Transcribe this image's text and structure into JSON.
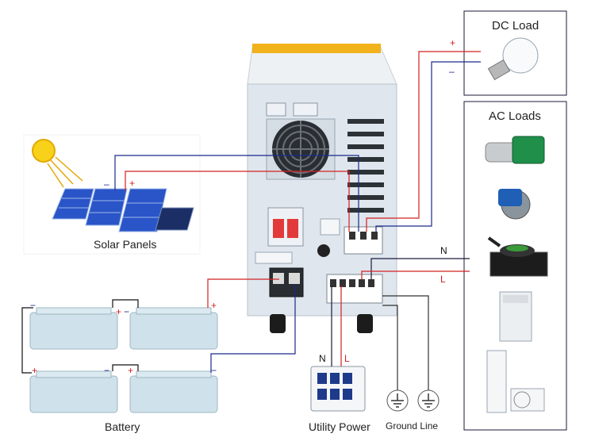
{
  "labels": {
    "dc_load": "DC Load",
    "ac_loads": "AC Loads",
    "solar_panels": "Solar Panels",
    "battery": "Battery",
    "utility_power": "Utility Power",
    "ground_line": "Ground Line"
  },
  "terminals": {
    "plus": "+",
    "minus": "−",
    "dash": "–",
    "neutral": "N",
    "live": "L"
  },
  "colors": {
    "positive_wire": "#d42020",
    "negative_wire": "#1a2a8a",
    "ground_wire": "#333333",
    "inverter_body": "#dfe6ee",
    "inverter_top": "#f2b21c",
    "battery_body": "#cfe1ea",
    "solar_panel": "#2a55c8"
  }
}
